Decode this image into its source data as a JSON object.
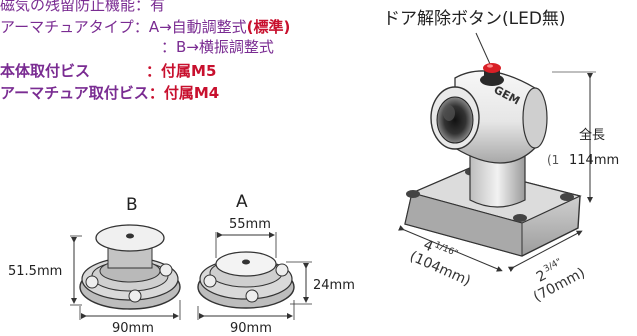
{
  "specs": {
    "line1": {
      "label": "磁気の残留防止機能",
      "sep": "：",
      "value": "有"
    },
    "line2": {
      "label": "アーマチュアタイプ",
      "sep": "：",
      "value": "A→自動調整式",
      "emph": "(標準)"
    },
    "line3": {
      "value": "：B→横振調整式"
    },
    "line4": {
      "label": "本体取付ビス",
      "sep": "：",
      "value": "付属M5"
    },
    "line5": {
      "label": "アーマチュア取付ビス",
      "sep": "：",
      "value": "付属M4"
    }
  },
  "right_diagram": {
    "callout": "ドア解除ボタン(LED無)",
    "brand": "GEM",
    "length_label": "全長",
    "length_value": "114mm",
    "depth_value": "4",
    "depth_frac": "1/16\"",
    "depth_mm": "(104mm)",
    "width_value": "2",
    "width_frac": "3/4\"",
    "width_mm": "(70mm)",
    "hidden_partial": "(1"
  },
  "left_diagram": {
    "label_b": "B",
    "label_a": "A",
    "height_label": "51.5mm",
    "width_b": "90mm",
    "width_a": "90mm",
    "top_a": "55mm",
    "height_a": "24mm"
  },
  "colors": {
    "purple": "#7a2c92",
    "red": "#c8102e",
    "drawing": "#333333",
    "button": "#d81f26"
  }
}
